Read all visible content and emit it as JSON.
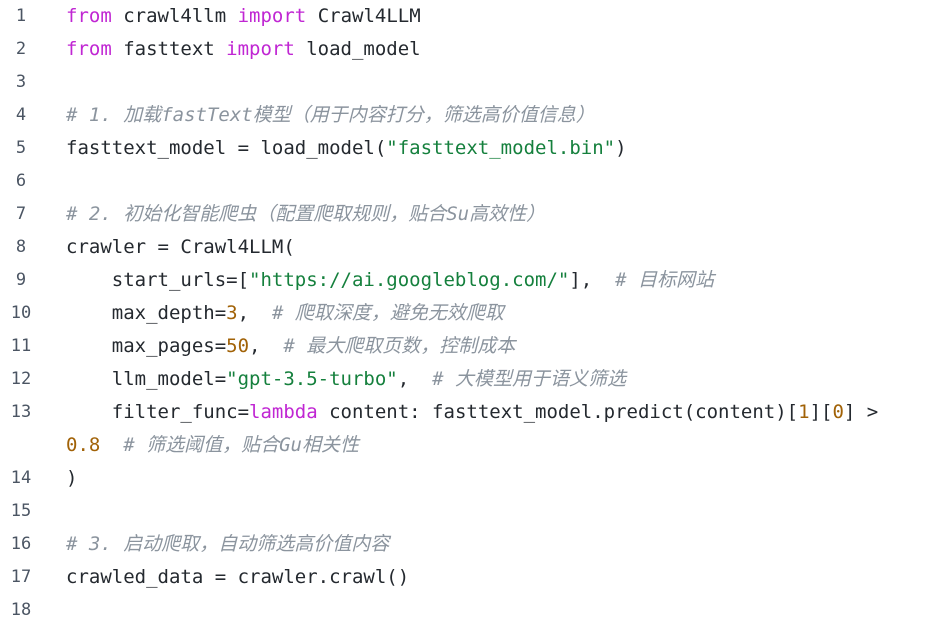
{
  "editor": {
    "line_numbers": [
      "1",
      "2",
      "3",
      "4",
      "5",
      "6",
      "7",
      "8",
      "9",
      "10",
      "11",
      "12",
      "13",
      "14",
      "15",
      "16",
      "17",
      "18"
    ],
    "l1": {
      "kw1": "from",
      "mod": " crawl4llm ",
      "kw2": "import",
      "name": " Crawl4LLM"
    },
    "l2": {
      "kw1": "from",
      "mod": " fasttext ",
      "kw2": "import",
      "name": " load_model"
    },
    "l4": {
      "comment": "# 1. 加载fastText模型（用于内容打分，筛选高价值信息）"
    },
    "l5": {
      "pre": "fasttext_model = load_model(",
      "str": "\"fasttext_model.bin\"",
      "post": ")"
    },
    "l7": {
      "comment": "# 2. 初始化智能爬虫（配置爬取规则，贴合Su高效性）"
    },
    "l8": {
      "text": "crawler = Crawl4LLM("
    },
    "l9": {
      "pre": "    start_urls=[",
      "str": "\"https://ai.googleblog.com/\"",
      "post": "],  ",
      "comment": "# 目标网站"
    },
    "l10": {
      "pre": "    max_depth=",
      "num": "3",
      "post": ",  ",
      "comment": "# 爬取深度，避免无效爬取"
    },
    "l11": {
      "pre": "    max_pages=",
      "num": "50",
      "post": ",  ",
      "comment": "# 最大爬取页数，控制成本"
    },
    "l12": {
      "pre": "    llm_model=",
      "str": "\"gpt-3.5-turbo\"",
      "post": ",  ",
      "comment": "# 大模型用于语义筛选"
    },
    "l13": {
      "pre": "    filter_func=",
      "kw": "lambda",
      "mid": " content: fasttext_model.predict(content)[",
      "n1": "1",
      "mid2": "][",
      "n2": "0",
      "post": "] >",
      "cont_num": "0.8",
      "cont_gap": "  ",
      "comment": "# 筛选阈值，贴合Gu相关性"
    },
    "l14": {
      "text": ")"
    },
    "l16": {
      "comment": "# 3. 启动爬取，自动筛选高价值内容"
    },
    "l17": {
      "text": "crawled_data = crawler.crawl()"
    }
  }
}
